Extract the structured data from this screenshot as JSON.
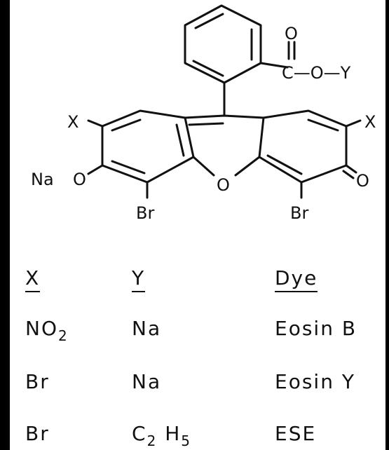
{
  "structure": {
    "labels": {
      "carbonyl_o": "O",
      "ester": "C—O—Y",
      "x_left": "X",
      "x_right": "X",
      "na": "Na",
      "o_left": "O",
      "o_ring": "O",
      "o_right": "O",
      "br_left": "Br",
      "br_right": "Br"
    }
  },
  "table": {
    "headers": {
      "x": "X",
      "y": "Y",
      "dye": "Dye"
    },
    "rows": [
      {
        "x": "NO",
        "x_sub": "2",
        "y": "Na",
        "y_sub1": "",
        "y_mid": "",
        "y_sub2": "",
        "dye": "Eosin B"
      },
      {
        "x": "Br",
        "x_sub": "",
        "y": "Na",
        "y_sub1": "",
        "y_mid": "",
        "y_sub2": "",
        "dye": "Eosin Y"
      },
      {
        "x": "Br",
        "x_sub": "",
        "y": "C",
        "y_sub1": "2",
        "y_mid": " H",
        "y_sub2": "5",
        "dye": "ESE"
      }
    ]
  }
}
